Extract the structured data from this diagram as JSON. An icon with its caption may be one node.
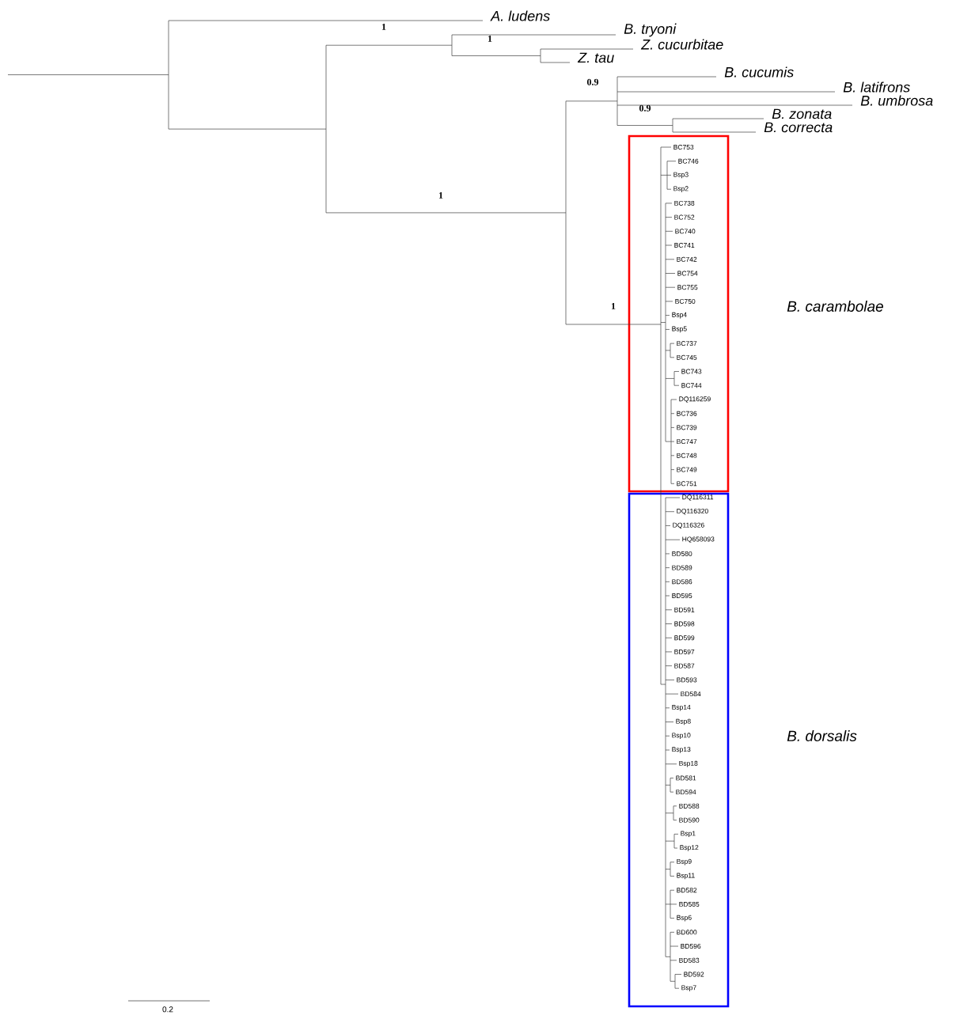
{
  "diagram": {
    "nodes": [
      {
        "text": [],
        "shape": "box",
        "beside": [
          "B. carambolae"
        ]
      },
      {
        "text": [],
        "shape": "box",
        "beside": [
          "B. dorsalis"
        ]
      }
    ],
    "labels": [
      "A. ludens",
      "B. tryoni",
      "Z. cucurbitae",
      "Z. tau",
      "B. cucumis",
      "B. latifrons",
      "B. umbrosa",
      "B. zonata",
      "B. correcta",
      "BC753",
      "BC746",
      "Bsp3",
      "Bsp2",
      "BC738",
      "BC752",
      "BC740",
      "BC741",
      "BC742",
      "BC754",
      "BC755",
      "BC750",
      "Bsp4",
      "Bsp5",
      "BC737",
      "BC745",
      "BC743",
      "BC744",
      "DQ116259",
      "BC736",
      "BC739",
      "BC747",
      "BC748",
      "BC749",
      "BC751",
      "DQ116311",
      "DQ116320",
      "DQ116326",
      "HQ658093",
      "BD580",
      "BD589",
      "BD586",
      "BD595",
      "BD591",
      "BD598",
      "BD599",
      "BD597",
      "BD587",
      "BD593",
      "BD584",
      "Bsp14",
      "Bsp8",
      "Bsp10",
      "Bsp13",
      "Bsp18",
      "BD581",
      "BD594",
      "BD588",
      "BD590",
      "Bsp1",
      "Bsp12",
      "Bsp9",
      "Bsp11",
      "BD582",
      "BD585",
      "Bsp6",
      "BD600",
      "BD596",
      "BD583",
      "BD592",
      "Bsp7",
      "1",
      "1",
      "0.9",
      "0.9",
      "1",
      "1",
      "0.2"
    ]
  }
}
